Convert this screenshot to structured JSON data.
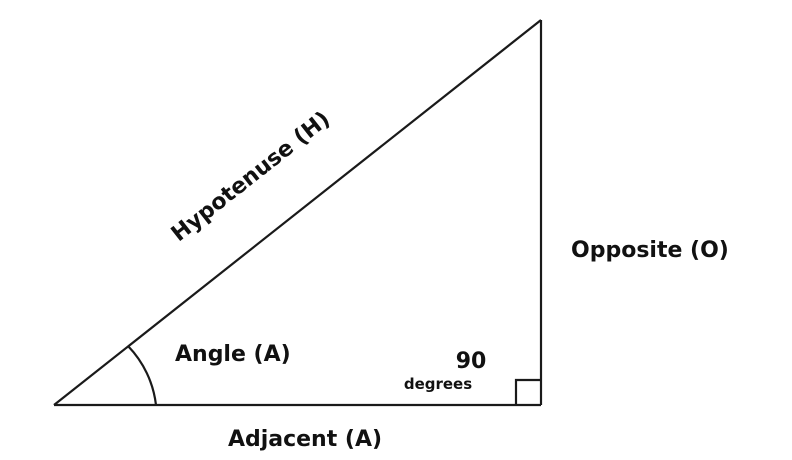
{
  "diagram": {
    "labels": {
      "hypotenuse": "Hypotenuse (H)",
      "opposite": "Opposite (O)",
      "adjacent": "Adjacent (A)",
      "angle": "Angle (A)",
      "right_angle_value": "90",
      "right_angle_unit": "degrees"
    },
    "colors": {
      "stroke": "#1a1a1a",
      "text": "#111111",
      "background": "#ffffff"
    }
  }
}
